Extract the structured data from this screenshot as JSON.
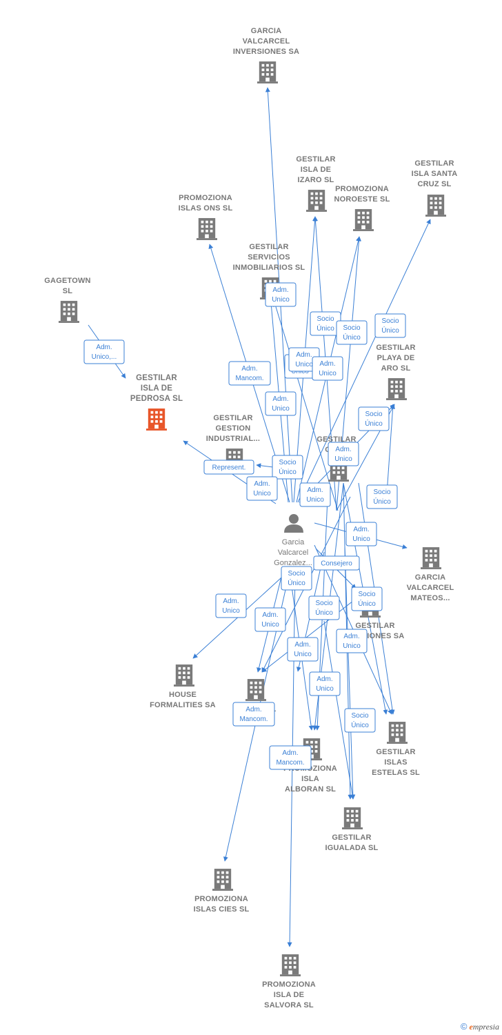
{
  "colors": {
    "edge": "#3a7fd5",
    "building": "#7a7a7a",
    "building_main": "#e8562a",
    "person": "#7a7a7a"
  },
  "person": {
    "name": [
      "Garcia",
      "Valcarcel",
      "Gonzalez..."
    ]
  },
  "companies": [
    {
      "id": "gvi",
      "lines": [
        "GARCIA",
        "VALCARCEL",
        "INVERSIONES SA"
      ]
    },
    {
      "id": "izaro",
      "lines": [
        "GESTILAR",
        "ISLA DE",
        "IZARO  SL"
      ]
    },
    {
      "id": "noroeste",
      "lines": [
        "PROMOZIONA",
        "NOROESTE  SL"
      ]
    },
    {
      "id": "santacruz",
      "lines": [
        "GESTILAR",
        "ISLA SANTA",
        "CRUZ  SL"
      ]
    },
    {
      "id": "ons",
      "lines": [
        "PROMOZIONA",
        "ISLAS ONS  SL"
      ]
    },
    {
      "id": "servicios",
      "lines": [
        "GESTILAR",
        "SERVICIOS",
        "INMOBILIARIOS SL"
      ]
    },
    {
      "id": "gagetown",
      "lines": [
        "GAGETOWN",
        "SL"
      ]
    },
    {
      "id": "pedrosa",
      "lines": [
        "GESTILAR",
        "ISLA DE",
        "PEDROSA  SL"
      ],
      "main": true
    },
    {
      "id": "playa",
      "lines": [
        "GESTILAR",
        "PLAYA DE",
        "ARO  SL"
      ]
    },
    {
      "id": "industrial",
      "lines": [
        "GESTILAR",
        "GESTION",
        "INDUSTRIAL..."
      ]
    },
    {
      "id": "gestilar_ges",
      "lines": [
        "GESTILAR",
        "GES..."
      ]
    },
    {
      "id": "mateos",
      "lines": [
        "GARCIA",
        "VALCARCEL",
        "MATEOS..."
      ]
    },
    {
      "id": "gestiones",
      "lines": [
        "GESTILAR",
        "GESTIONES SA"
      ]
    },
    {
      "id": "house",
      "lines": [
        "HOUSE",
        "FORMALITIES SA"
      ]
    },
    {
      "id": "mouro",
      "lines": [
        "MOURO  SL"
      ]
    },
    {
      "id": "alboran",
      "lines": [
        "PROMOZIONA",
        "ISLA",
        "ALBORAN  SL"
      ]
    },
    {
      "id": "estelas",
      "lines": [
        "GESTILAR",
        "ISLAS",
        "ESTELAS  SL"
      ]
    },
    {
      "id": "igualada",
      "lines": [
        "GESTILAR",
        "IGUALADA  SL"
      ]
    },
    {
      "id": "cies",
      "lines": [
        "PROMOZIONA",
        "ISLAS CIES  SL"
      ]
    },
    {
      "id": "salvora",
      "lines": [
        "PROMOZIONA",
        "ISLA DE",
        "SALVORA  SL"
      ]
    }
  ],
  "badges": [
    {
      "lines": [
        "Adm.",
        "Unico,..."
      ]
    },
    {
      "lines": [
        "Adm.",
        "Unico"
      ]
    },
    {
      "lines": [
        "Socio",
        "Único"
      ]
    },
    {
      "lines": [
        "Socio",
        "Único"
      ]
    },
    {
      "lines": [
        "Socio",
        "Único"
      ]
    },
    {
      "lines": [
        "Adm.",
        "Mancom."
      ]
    },
    {
      "lines": [
        "Adm.",
        "Unico"
      ]
    },
    {
      "lines": [
        "Socio",
        "Único"
      ]
    },
    {
      "lines": [
        "Adm.",
        "Unico"
      ]
    },
    {
      "lines": [
        "Adm.",
        "Unico"
      ]
    },
    {
      "lines": [
        "Socio",
        "Único"
      ]
    },
    {
      "lines": [
        "Adm.",
        "Unico"
      ]
    },
    {
      "lines": [
        "Represent."
      ]
    },
    {
      "lines": [
        "Socio",
        "Único"
      ]
    },
    {
      "lines": [
        "Adm.",
        "Unico"
      ]
    },
    {
      "lines": [
        "Adm.",
        "Unico"
      ]
    },
    {
      "lines": [
        "Socio",
        "Único"
      ]
    },
    {
      "lines": [
        "Adm.",
        "Unico"
      ]
    },
    {
      "lines": [
        "Consejero"
      ]
    },
    {
      "lines": [
        "Socio",
        "Único"
      ]
    },
    {
      "lines": [
        "Adm.",
        "Unico"
      ]
    },
    {
      "lines": [
        "Socio",
        "Único"
      ]
    },
    {
      "lines": [
        "Socio",
        "Único"
      ]
    },
    {
      "lines": [
        "Adm.",
        "Unico"
      ]
    },
    {
      "lines": [
        "Adm.",
        "Unico"
      ]
    },
    {
      "lines": [
        "Adm.",
        "Unico"
      ]
    },
    {
      "lines": [
        "Adm.",
        "Unico"
      ]
    },
    {
      "lines": [
        "Adm.",
        "Mancom."
      ]
    },
    {
      "lines": [
        "Socio",
        "Único"
      ]
    },
    {
      "lines": [
        "Adm.",
        "Mancom."
      ]
    }
  ],
  "footer": {
    "copyright": "©",
    "brand_e": "e",
    "brand_rest": "mpresia"
  }
}
